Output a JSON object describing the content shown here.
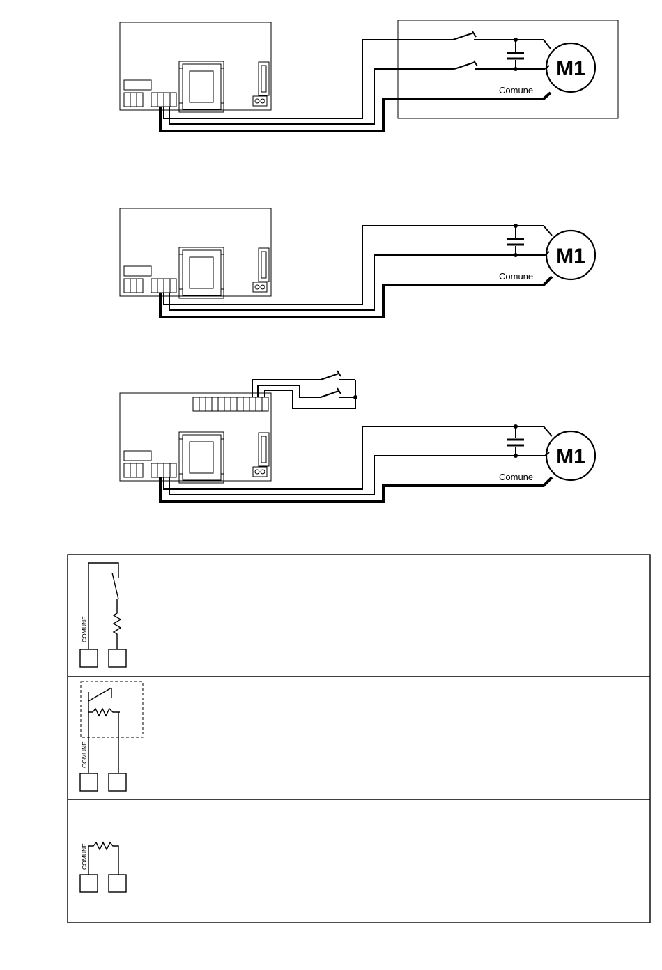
{
  "labels": {
    "motor": "M1",
    "common_wire": "Comune",
    "common_terminal": "COMUNE"
  }
}
